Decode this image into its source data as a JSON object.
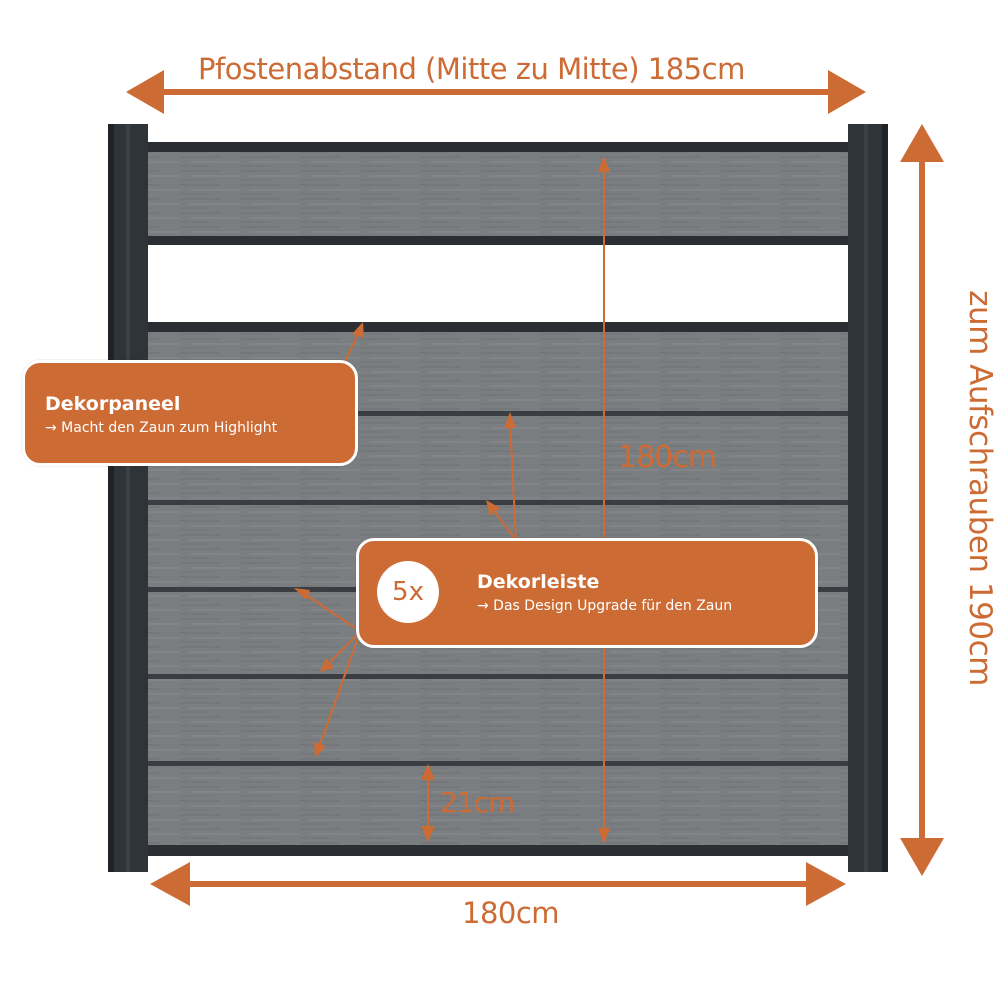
{
  "colors": {
    "accent": "#cd6b34",
    "post": "#2f3439",
    "panel": "#7a7d80",
    "rail": "#2b2f33"
  },
  "dimensions": {
    "post_spacing": "Pfostenabstand (Mitte zu Mitte) 185cm",
    "height_panel": "180cm",
    "height_total": "zum Aufschrauben 190cm",
    "width_panel": "180cm",
    "board_height": "21cm"
  },
  "callouts": {
    "dekorpaneel": {
      "title": "Dekorpaneel",
      "subtitle": "→ Macht den Zaun zum Highlight"
    },
    "dekorleiste": {
      "count": "5x",
      "title": "Dekorleiste",
      "subtitle": "→ Das Design Upgrade für den Zaun"
    }
  }
}
